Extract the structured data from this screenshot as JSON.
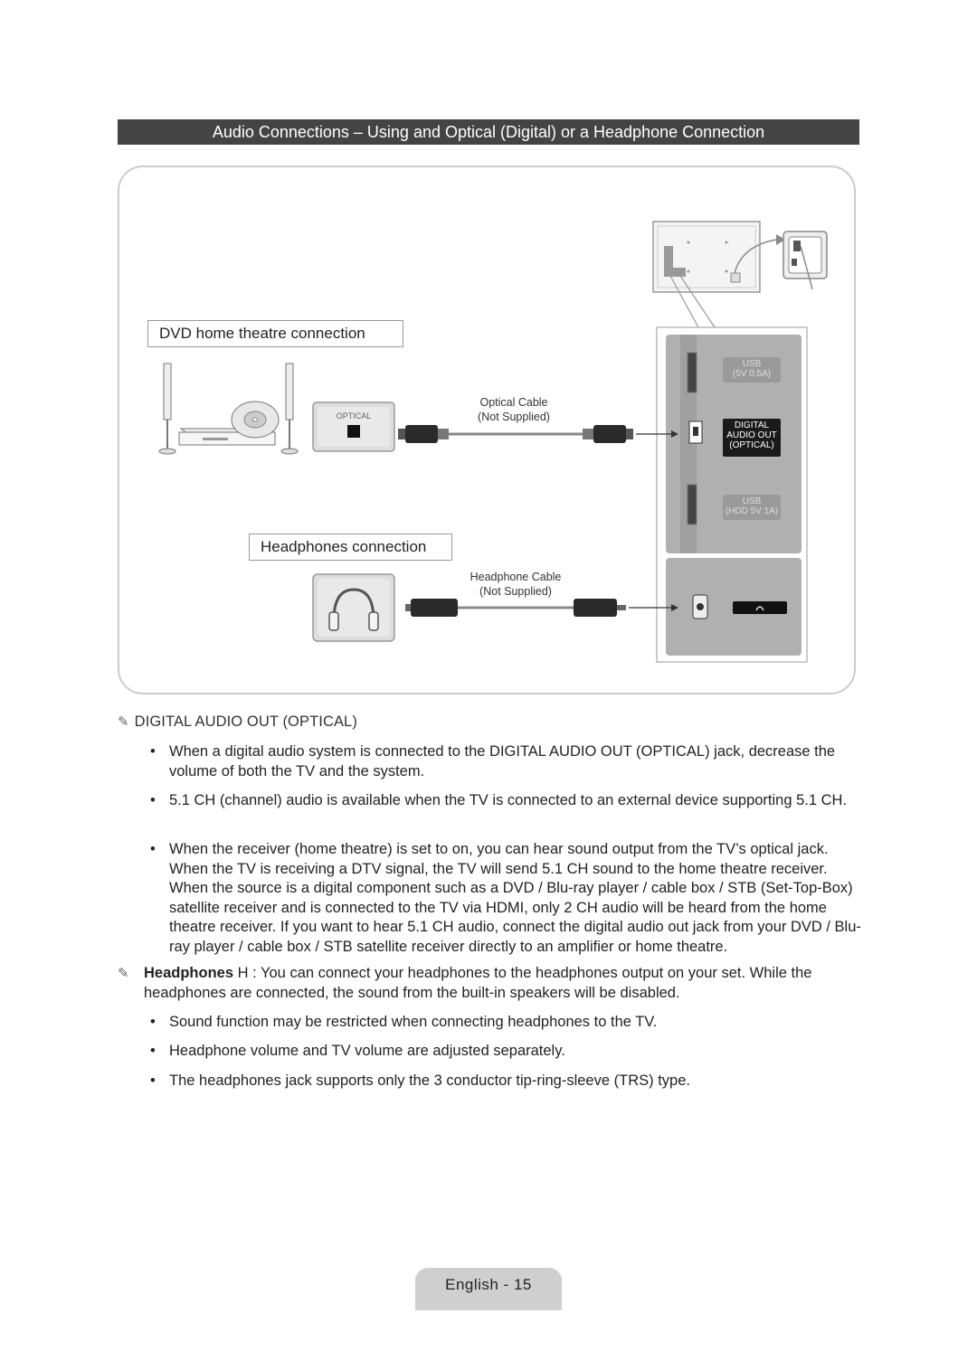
{
  "title": "Audio Connections – Using and Optical (Digital) or a Headphone Connection",
  "diagram": {
    "dvd_label": "DVD home theatre connection",
    "headphones_label": "Headphones connection",
    "optical_port_text": "OPTICAL",
    "optical_cable_line1": "Optical Cable",
    "optical_cable_line2": "(Not Supplied)",
    "headphone_cable_line1": "Headphone Cable",
    "headphone_cable_line2": "(Not Supplied)",
    "usb1_line1": "USB",
    "usb1_line2": "(5V 0.5A)",
    "digital_out_line1": "DIGITAL",
    "digital_out_line2": "AUDIO OUT",
    "digital_out_line3": "(OPTICAL)",
    "usb2_line1": "USB",
    "usb2_line2": "(HDD 5V 1A)"
  },
  "notes": {
    "digital_heading": "DIGITAL AUDIO OUT (OPTICAL)",
    "digital_bullets": [
      "When a digital audio system is connected to the DIGITAL AUDIO OUT (OPTICAL) jack, decrease the volume of both the TV and the system.",
      "5.1 CH (channel) audio is available when the TV is connected to an external device supporting 5.1 CH.",
      "When the receiver (home theatre) is set to on, you can hear sound output from the TV’s optical jack. When the TV is receiving a DTV signal, the TV will send 5.1 CH sound to the home theatre receiver. When the source is a digital component such as a DVD / Blu-ray player / cable box / STB (Set-Top-Box) satellite receiver and is connected to the TV via HDMI, only 2 CH audio will be heard from the home theatre receiver. If you want to hear 5.1 CH audio, connect the digital audio out jack from your DVD / Blu-ray player / cable box / STB satellite receiver directly to an amplifier or home theatre."
    ],
    "headphones_bold": "Headphones",
    "headphones_symbol": "H",
    "headphones_text": ": You can connect your headphones to the headphones output on your set. While the headphones are connected, the sound from the built-in speakers will be disabled.",
    "headphones_bullets": [
      "Sound function may be restricted when connecting headphones to the TV.",
      "Headphone volume and TV volume are adjusted separately.",
      "The headphones jack supports only the 3 conductor tip-ring-sleeve (TRS) type."
    ]
  },
  "footer": "English - 15"
}
